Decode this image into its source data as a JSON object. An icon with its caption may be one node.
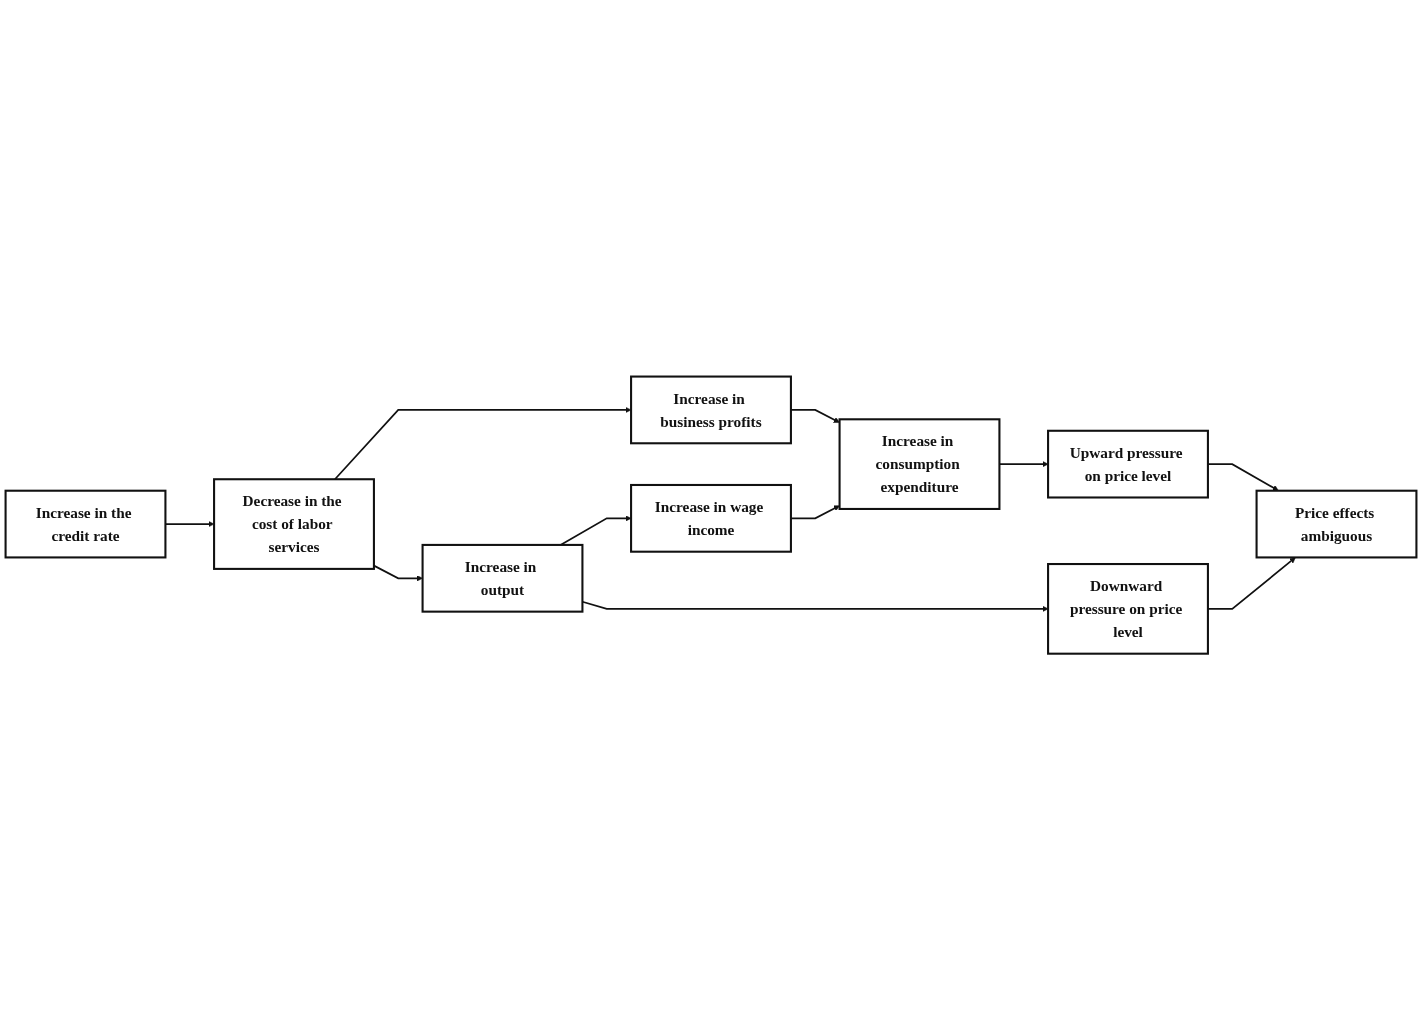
{
  "diagram": {
    "nodes": [
      {
        "text": [
          "Increase in the credit rate"
        ]
      },
      {
        "text": [
          "Decrease in the cost of labor services"
        ]
      },
      {
        "text": [
          "Increase in business profits"
        ]
      },
      {
        "text": [
          "Increase in consumption expenditure"
        ]
      },
      {
        "text": [
          "Upward pressure on price level"
        ]
      },
      {
        "text": [
          "Increase in wage income"
        ]
      },
      {
        "text": [
          "Increase in output"
        ]
      },
      {
        "text": [
          "Downward pressure on price level"
        ]
      },
      {
        "text": [
          "Price effects ambiguous"
        ]
      }
    ],
    "edges": [
      {
        "from": 0,
        "to": 1,
        "arrow": "to"
      },
      {
        "from": 1,
        "to": 2,
        "arrow": "to"
      },
      {
        "from": 1,
        "to": 6,
        "arrow": "to"
      },
      {
        "from": 2,
        "to": 3,
        "arrow": "to"
      },
      {
        "from": 3,
        "to": 4,
        "arrow": "to"
      },
      {
        "from": 5,
        "to": 3,
        "arrow": "to"
      },
      {
        "from": 6,
        "to": 5,
        "arrow": "to"
      },
      {
        "from": 6,
        "to": 7,
        "arrow": "to"
      },
      {
        "from": 4,
        "to": 8,
        "arrow": "to"
      },
      {
        "from": 7,
        "to": 8,
        "arrow": "to"
      }
    ]
  }
}
